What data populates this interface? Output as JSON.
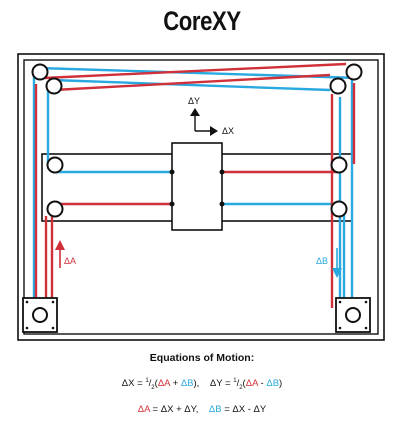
{
  "title": "CoreXY",
  "axis": {
    "y_label": "ΔY",
    "x_label": "ΔX"
  },
  "motors": {
    "left_label": "ΔA",
    "right_label": "ΔB"
  },
  "equations": {
    "heading": "Equations of Motion:",
    "eq1_lhs": "ΔX = ",
    "half_num": "1",
    "half_den": "2",
    "open": "(",
    "a": "ΔA",
    "plus": " + ",
    "b": "ΔB",
    "close_comma": "),",
    "eq2_lhs": "ΔY = ",
    "minus": " - ",
    "close": ")",
    "line2_a": "ΔA",
    "line2_a_rhs": " = ΔX + ΔY,",
    "line2_b": "ΔB",
    "line2_b_rhs": " = ΔX - ΔY"
  },
  "colors": {
    "belt_a": "#d0303a",
    "belt_b": "#29a9df",
    "frame": "#111111"
  }
}
